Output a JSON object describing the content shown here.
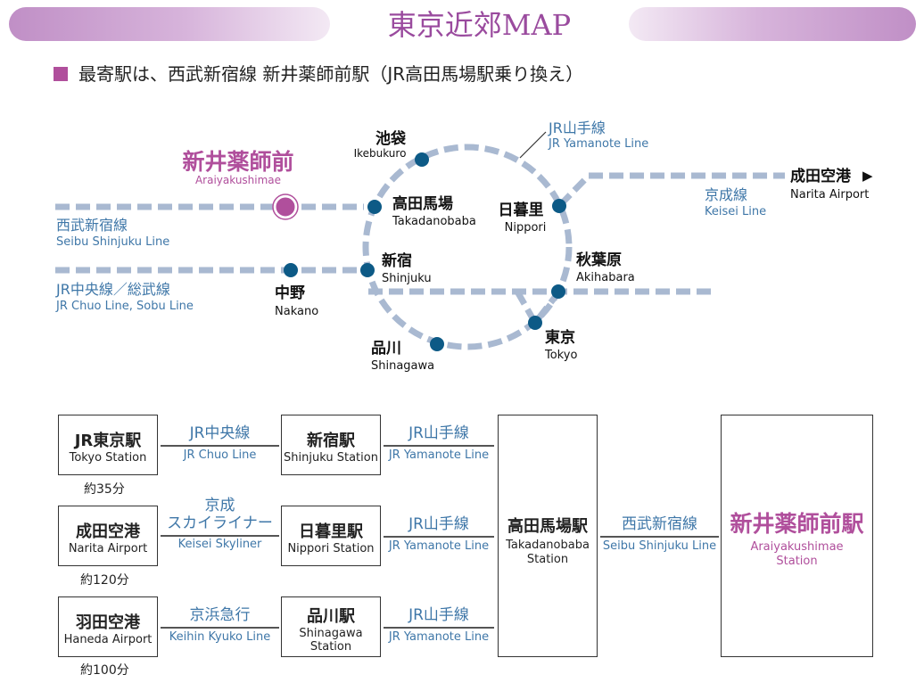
{
  "title": "東京近郊MAP",
  "subheading": "最寄駅は、西武新宿線 新井薬師前駅（JR高田馬場駅乗り換え）",
  "colors": {
    "accent": "#b04f9c",
    "line": "#a9b9d1",
    "station": "#0d5a86",
    "text_blue": "#3f77a8"
  },
  "map": {
    "destination": {
      "jp": "新井薬師前",
      "en": "Araiyakushimae"
    },
    "stations": {
      "ikebukuro": {
        "jp": "池袋",
        "en": "Ikebukuro"
      },
      "takadanobaba": {
        "jp": "高田馬場",
        "en": "Takadanobaba"
      },
      "shinjuku": {
        "jp": "新宿",
        "en": "Shinjuku"
      },
      "nakano": {
        "jp": "中野",
        "en": "Nakano"
      },
      "shinagawa": {
        "jp": "品川",
        "en": "Shinagawa"
      },
      "tokyo": {
        "jp": "東京",
        "en": "Tokyo"
      },
      "akihabara": {
        "jp": "秋葉原",
        "en": "Akihabara"
      },
      "nippori": {
        "jp": "日暮里",
        "en": "Nippori"
      },
      "narita": {
        "jp": "成田空港",
        "en": "Narita Airport",
        "arrow": "▶"
      }
    },
    "lines": {
      "yamanote": {
        "jp": "JR山手線",
        "en": "JR Yamanote Line"
      },
      "seibu": {
        "jp": "西武新宿線",
        "en": "Seibu Shinjuku Line"
      },
      "chuo": {
        "jp": "JR中央線／総武線",
        "en": "JR Chuo Line, Sobu Line"
      },
      "keisei": {
        "jp": "京成線",
        "en": "Keisei Line"
      }
    }
  },
  "routes": {
    "origins": [
      {
        "jp": "JR東京駅",
        "en": "Tokyo Station",
        "time": "約35分"
      },
      {
        "jp": "成田空港",
        "en": "Narita Airport",
        "time": "約120分"
      },
      {
        "jp": "羽田空港",
        "en": "Haneda Airport",
        "time": "約100分"
      }
    ],
    "first_legs": [
      {
        "jp": "JR中央線",
        "en": "JR Chuo Line"
      },
      {
        "jp": "京成\nスカイライナー",
        "en": "Keisei Skyliner"
      },
      {
        "jp": "京浜急行",
        "en": "Keihin Kyuko Line"
      }
    ],
    "transfers": [
      {
        "jp": "新宿駅",
        "en": "Shinjuku Station"
      },
      {
        "jp": "日暮里駅",
        "en": "Nippori Station"
      },
      {
        "jp": "品川駅",
        "en": "Shinagawa\nStation"
      }
    ],
    "second_legs": [
      {
        "jp": "JR山手線",
        "en": "JR Yamanote Line"
      },
      {
        "jp": "JR山手線",
        "en": "JR Yamanote Line"
      },
      {
        "jp": "JR山手線",
        "en": "JR Yamanote Line"
      }
    ],
    "hub": {
      "jp": "高田馬場駅",
      "en": "Takadanobaba\nStation"
    },
    "final_leg": {
      "jp": "西武新宿線",
      "en": "Seibu Shinjuku Line"
    },
    "destination": {
      "jp": "新井薬師前駅",
      "en": "Araiyakushimae\nStation"
    }
  }
}
